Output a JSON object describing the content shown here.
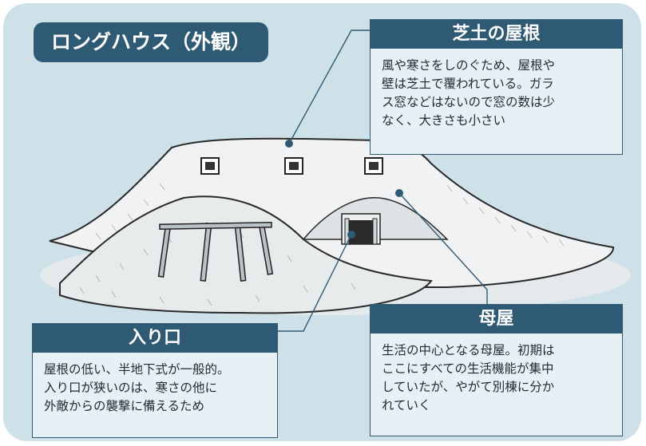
{
  "title": "ロングハウス（外観）",
  "callouts": {
    "roof": {
      "title": "芝土の屋根",
      "lines": [
        "風や寒さをしのぐため、屋根や",
        "壁は芝土で覆われている。ガラ",
        "ス窓などはないので窓の数は少",
        "なく、大きさも小さい"
      ]
    },
    "entrance": {
      "title": "入り口",
      "lines": [
        "屋根の低い、半地下式が一般的。",
        "入り口が狭いのは、寒さの他に",
        "外敵からの襲撃に備えるため"
      ]
    },
    "main_house": {
      "title": "母屋",
      "lines": [
        "生活の中心となる母屋。初期は",
        "ここにすべての生活機能が集中",
        "していたが、やがて別棟に分か",
        "れていく"
      ]
    }
  },
  "colors": {
    "background": "#cfe1e8",
    "accent": "#2f5a73",
    "box_fill": "#e7f1f5"
  }
}
